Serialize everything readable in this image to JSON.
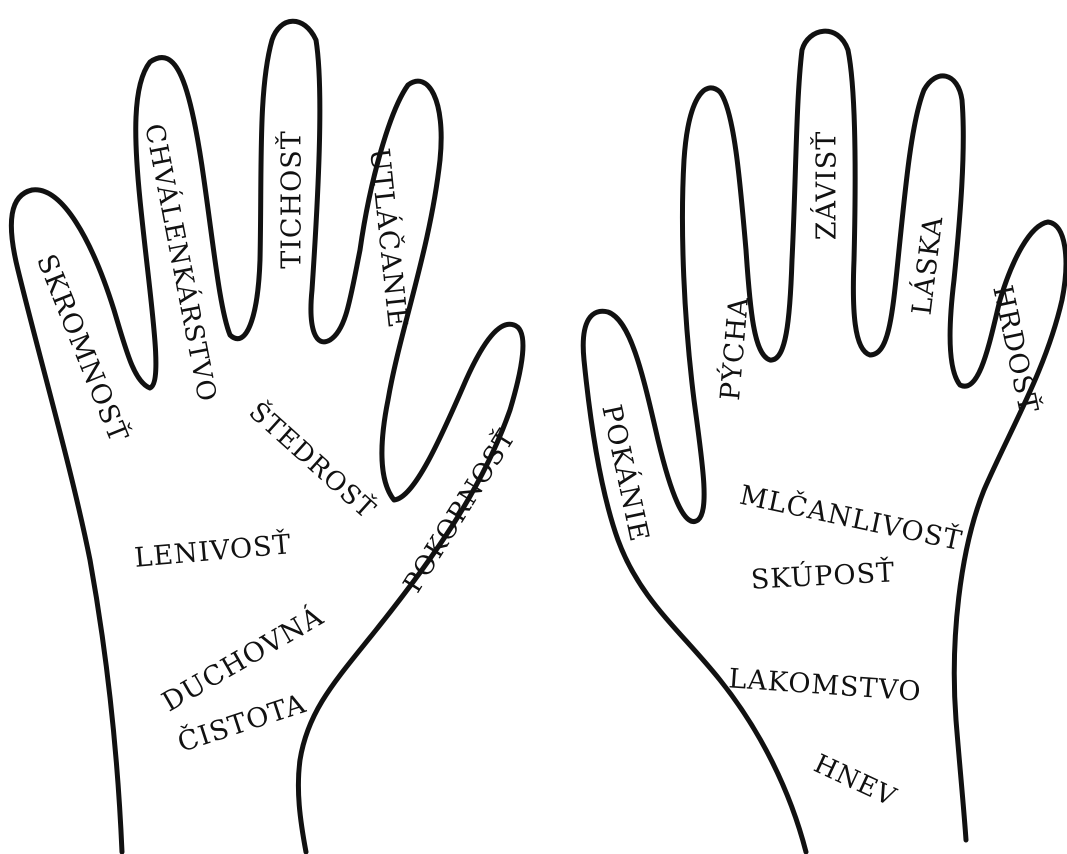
{
  "colors": {
    "stroke": "#111111",
    "text": "#111111",
    "background": "#ffffff"
  },
  "left_hand": {
    "fingers": {
      "pinky": "SKROMNOSŤ",
      "ring": "CHVÁLENKÁRSTVO",
      "middle": "TICHOSŤ",
      "index": "UTLÁČANIE",
      "thumb": "POKORNOSŤ"
    },
    "palm": {
      "upper": "ŠTEDROSŤ",
      "middle": "LENIVOSŤ",
      "lower_line1": "DUCHOVNÁ",
      "lower_line2": "ČISTOTA"
    }
  },
  "right_hand": {
    "fingers": {
      "thumb": "POKÁNIE",
      "index": "PÝCHA",
      "middle": "ZÁVISŤ",
      "ring": "LÁSKA",
      "pinky": "HRDOSŤ"
    },
    "palm": {
      "arc": "MLČANLIVOSŤ",
      "upper": "SKÚPOSŤ",
      "middle": "LAKOMSTVO",
      "lower": "HNEV"
    }
  }
}
